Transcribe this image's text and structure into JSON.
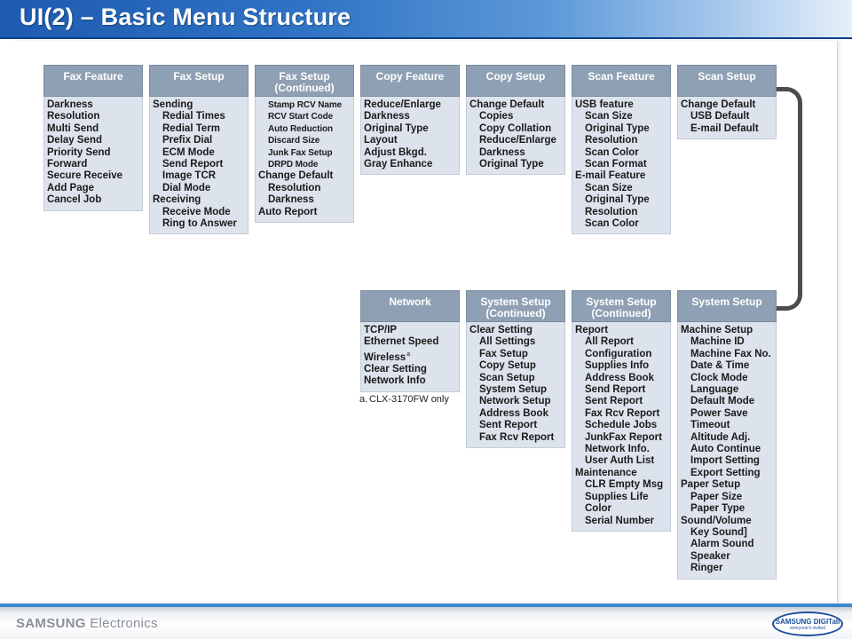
{
  "title": "UI(2) – Basic Menu Structure",
  "footer": {
    "brand_bold": "SAMSUNG",
    "brand_light": " Electronics",
    "logo": "SAMSUNG DIGITall",
    "logo_tagline": "everyone's invited"
  },
  "footnote": {
    "mark": "a.",
    "text": "CLX-3170FW only"
  },
  "colors": {
    "header_blue": "#2f72c4",
    "column_head": "#8fa0b4",
    "column_body": "#dde3ec",
    "connector": "#4c4c4c"
  },
  "columns": [
    {
      "title": "Fax Feature",
      "items": [
        {
          "text": "Darkness"
        },
        {
          "text": "Resolution"
        },
        {
          "text": "Multi Send"
        },
        {
          "text": "Delay Send"
        },
        {
          "text": "Priority Send"
        },
        {
          "text": "Forward"
        },
        {
          "text": "Secure Receive"
        },
        {
          "text": "Add Page"
        },
        {
          "text": "Cancel Job"
        }
      ]
    },
    {
      "title": "Fax Setup",
      "items": [
        {
          "text": "Sending"
        },
        {
          "text": "Redial Times",
          "sub": true
        },
        {
          "text": "Redial Term",
          "sub": true
        },
        {
          "text": "Prefix Dial",
          "sub": true
        },
        {
          "text": "ECM Mode",
          "sub": true
        },
        {
          "text": "Send Report",
          "sub": true
        },
        {
          "text": "Image TCR",
          "sub": true
        },
        {
          "text": "Dial Mode",
          "sub": true
        },
        {
          "text": "Receiving"
        },
        {
          "text": "Receive Mode",
          "sub": true
        },
        {
          "text": "Ring to Answer",
          "sub": true
        }
      ]
    },
    {
      "title": "Fax Setup (Continued)",
      "items": [
        {
          "text": "Stamp RCV Name",
          "sub": true,
          "small": true
        },
        {
          "text": "RCV Start Code",
          "sub": true,
          "small": true
        },
        {
          "text": "Auto Reduction",
          "sub": true,
          "small": true
        },
        {
          "text": "Discard Size",
          "sub": true,
          "small": true
        },
        {
          "text": "Junk Fax Setup",
          "sub": true,
          "small": true
        },
        {
          "text": "DRPD Mode",
          "sub": true,
          "small": true
        },
        {
          "text": "Change Default"
        },
        {
          "text": "Resolution",
          "sub": true
        },
        {
          "text": "Darkness",
          "sub": true
        },
        {
          "text": "Auto Report"
        }
      ]
    },
    {
      "title": "Copy Feature",
      "items": [
        {
          "text": "Reduce/Enlarge"
        },
        {
          "text": "Darkness"
        },
        {
          "text": "Original Type"
        },
        {
          "text": "Layout"
        },
        {
          "text": "Adjust Bkgd."
        },
        {
          "text": "Gray Enhance"
        }
      ]
    },
    {
      "title": "Copy Setup",
      "items": [
        {
          "text": "Change Default"
        },
        {
          "text": "Copies",
          "sub": true
        },
        {
          "text": "Copy Collation",
          "sub": true
        },
        {
          "text": "Reduce/Enlarge",
          "sub": true
        },
        {
          "text": "Darkness",
          "sub": true
        },
        {
          "text": "Original Type",
          "sub": true
        }
      ]
    },
    {
      "title": "Scan Feature",
      "items": [
        {
          "text": "USB feature"
        },
        {
          "text": "Scan Size",
          "sub": true
        },
        {
          "text": "Original Type",
          "sub": true
        },
        {
          "text": "Resolution",
          "sub": true
        },
        {
          "text": "Scan Color",
          "sub": true
        },
        {
          "text": "Scan Format",
          "sub": true
        },
        {
          "text": "E-mail Feature"
        },
        {
          "text": "Scan Size",
          "sub": true
        },
        {
          "text": "Original Type",
          "sub": true
        },
        {
          "text": "Resolution",
          "sub": true
        },
        {
          "text": "Scan Color",
          "sub": true
        }
      ]
    },
    {
      "title": "Scan Setup",
      "items": [
        {
          "text": "Change Default"
        },
        {
          "text": "USB Default",
          "sub": true
        },
        {
          "text": "E-mail Default",
          "sub": true
        }
      ]
    },
    {
      "title": "Network",
      "items": [
        {
          "text": "TCP/IP"
        },
        {
          "text": "Ethernet Speed"
        },
        {
          "text": "Wireless",
          "sup": "a"
        },
        {
          "text": "Clear Setting"
        },
        {
          "text": "Network Info"
        }
      ]
    },
    {
      "title": "System Setup (Continued)",
      "items": [
        {
          "text": "Clear Setting"
        },
        {
          "text": "All Settings",
          "sub": true
        },
        {
          "text": "Fax Setup",
          "sub": true
        },
        {
          "text": "Copy Setup",
          "sub": true
        },
        {
          "text": "Scan Setup",
          "sub": true
        },
        {
          "text": "System Setup",
          "sub": true
        },
        {
          "text": "Network Setup",
          "sub": true
        },
        {
          "text": "Address Book",
          "sub": true
        },
        {
          "text": "Sent Report",
          "sub": true
        },
        {
          "text": "Fax Rcv Report",
          "sub": true
        }
      ]
    },
    {
      "title": "System Setup (Continued)",
      "items": [
        {
          "text": "Report"
        },
        {
          "text": "All Report",
          "sub": true
        },
        {
          "text": "Configuration",
          "sub": true
        },
        {
          "text": "Supplies Info",
          "sub": true
        },
        {
          "text": "Address Book",
          "sub": true
        },
        {
          "text": "Send Report",
          "sub": true
        },
        {
          "text": "Sent Report",
          "sub": true
        },
        {
          "text": "Fax Rcv Report",
          "sub": true
        },
        {
          "text": "Schedule Jobs",
          "sub": true
        },
        {
          "text": "JunkFax Report",
          "sub": true
        },
        {
          "text": "Network Info.",
          "sub": true
        },
        {
          "text": "User Auth List",
          "sub": true
        },
        {
          "text": "Maintenance"
        },
        {
          "text": "CLR Empty Msg",
          "sub": true
        },
        {
          "text": "Supplies Life",
          "sub": true
        },
        {
          "text": "Color",
          "sub": true
        },
        {
          "text": "Serial Number",
          "sub": true
        }
      ]
    },
    {
      "title": "System Setup",
      "items": [
        {
          "text": "Machine Setup"
        },
        {
          "text": "Machine ID",
          "sub": true
        },
        {
          "text": "Machine Fax No.",
          "sub": true
        },
        {
          "text": "Date & Time",
          "sub": true
        },
        {
          "text": "Clock Mode",
          "sub": true
        },
        {
          "text": "Language",
          "sub": true
        },
        {
          "text": "Default Mode",
          "sub": true
        },
        {
          "text": "Power Save",
          "sub": true
        },
        {
          "text": "Timeout",
          "sub": true
        },
        {
          "text": "Altitude Adj.",
          "sub": true
        },
        {
          "text": "Auto Continue",
          "sub": true
        },
        {
          "text": "Import Setting",
          "sub": true
        },
        {
          "text": "Export Setting",
          "sub": true
        },
        {
          "text": "Paper Setup"
        },
        {
          "text": "Paper Size",
          "sub": true
        },
        {
          "text": "Paper Type",
          "sub": true
        },
        {
          "text": "Sound/Volume"
        },
        {
          "text": "Key Sound]",
          "sub": true
        },
        {
          "text": "Alarm Sound",
          "sub": true
        },
        {
          "text": "Speaker",
          "sub": true
        },
        {
          "text": "Ringer",
          "sub": true
        }
      ]
    }
  ]
}
